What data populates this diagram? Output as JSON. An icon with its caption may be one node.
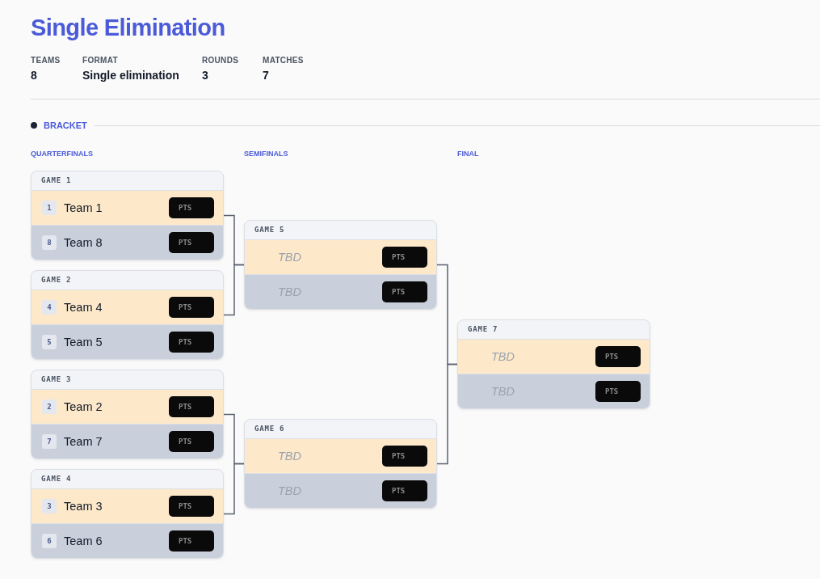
{
  "diagram": {
    "title": "Single Elimination",
    "nodes": [
      {
        "text": [
          "GAME 1"
        ]
      },
      {
        "text": [
          "1",
          "Team 1",
          "PTS"
        ],
        "in": 0
      },
      {
        "text": [
          "8",
          "Team 8",
          "PTS"
        ],
        "in": 0
      },
      {
        "text": [
          "GAME 2"
        ]
      },
      {
        "text": [
          "4",
          "Team 4",
          "PTS"
        ],
        "in": 3
      },
      {
        "text": [
          "5",
          "Team 5",
          "PTS"
        ],
        "in": 3
      },
      {
        "text": [
          "GAME 3"
        ]
      },
      {
        "text": [
          "2",
          "Team 2",
          "PTS"
        ],
        "in": 6
      },
      {
        "text": [
          "7",
          "Team 7",
          "PTS"
        ],
        "in": 6
      },
      {
        "text": [
          "GAME 4"
        ]
      },
      {
        "text": [
          "3",
          "Team 3",
          "PTS"
        ],
        "in": 9
      },
      {
        "text": [
          "6",
          "Team 6",
          "PTS"
        ],
        "in": 9
      },
      {
        "text": [
          "GAME 5"
        ]
      },
      {
        "text": [
          "TBD",
          "PTS"
        ],
        "in": 12
      },
      {
        "text": [
          "TBD",
          "PTS"
        ],
        "in": 12
      },
      {
        "text": [
          "GAME 6"
        ]
      },
      {
        "text": [
          "TBD",
          "PTS"
        ],
        "in": 15
      },
      {
        "text": [
          "TBD",
          "PTS"
        ],
        "in": 15
      },
      {
        "text": [
          "GAME 7"
        ]
      },
      {
        "text": [
          "TBD",
          "PTS"
        ],
        "in": 18
      },
      {
        "text": [
          "TBD",
          "PTS"
        ],
        "in": 18
      }
    ],
    "edges": [
      {
        "from": 0,
        "to": 12,
        "arrow": "none"
      },
      {
        "from": 3,
        "to": 12,
        "arrow": "none"
      },
      {
        "from": 6,
        "to": 15,
        "arrow": "none"
      },
      {
        "from": 9,
        "to": 15,
        "arrow": "none"
      },
      {
        "from": 12,
        "to": 18,
        "arrow": "none"
      },
      {
        "from": 15,
        "to": 18,
        "arrow": "none"
      }
    ],
    "labels": [
      "TEAMS",
      "8",
      "FORMAT",
      "Single elimination",
      "ROUNDS",
      "3",
      "MATCHES",
      "7",
      "BRACKET",
      "QUARTERFINALS",
      "SEMIFINALS",
      "FINAL"
    ]
  }
}
